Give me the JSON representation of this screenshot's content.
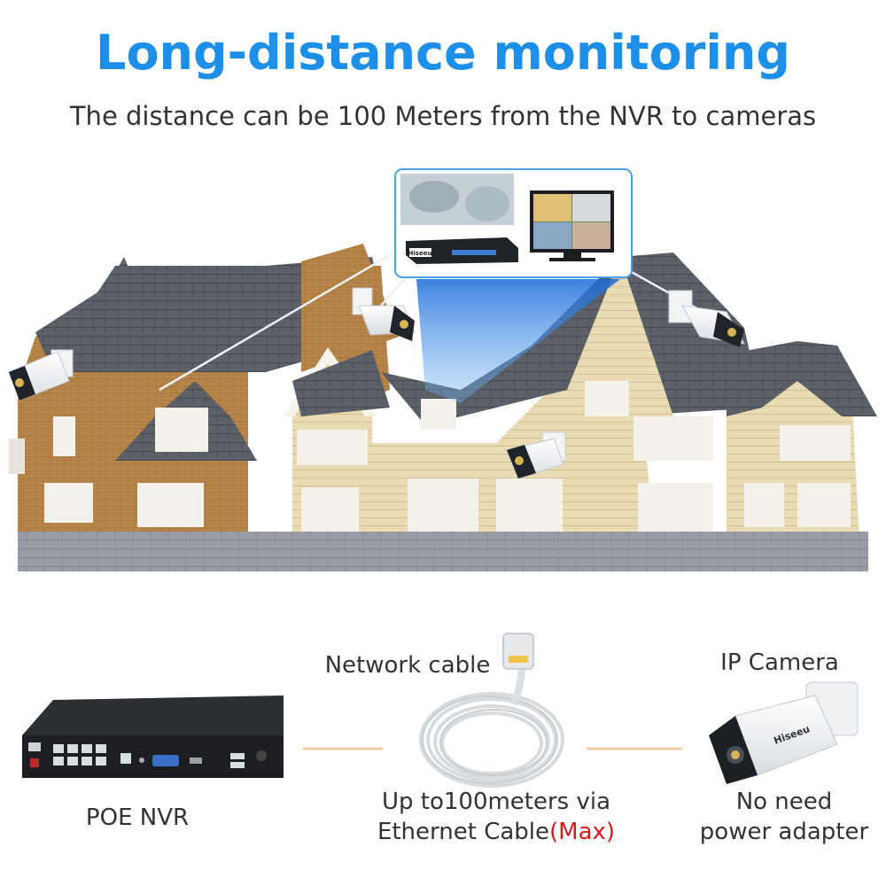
{
  "header": {
    "title": "Long-distance monitoring",
    "subtitle": "The distance can be 100 Meters from the NVR to cameras"
  },
  "inset": {
    "nvr_brand": "Hiseeu"
  },
  "bottom": {
    "nvr_label": "POE NVR",
    "cable_label": "Network cable",
    "camera_label": "IP Camera",
    "cable_desc_line1": "Up to100meters via",
    "cable_desc_line2": "Ethernet Cable",
    "cable_desc_max": "(Max)",
    "camera_desc_line1": "No need",
    "camera_desc_line2": "power adapter",
    "camera_brand": "Hiseeu"
  },
  "colors": {
    "accent": "#1e8fe8",
    "max_red": "#d51c1c",
    "connector_line": "#f2c9a0"
  }
}
